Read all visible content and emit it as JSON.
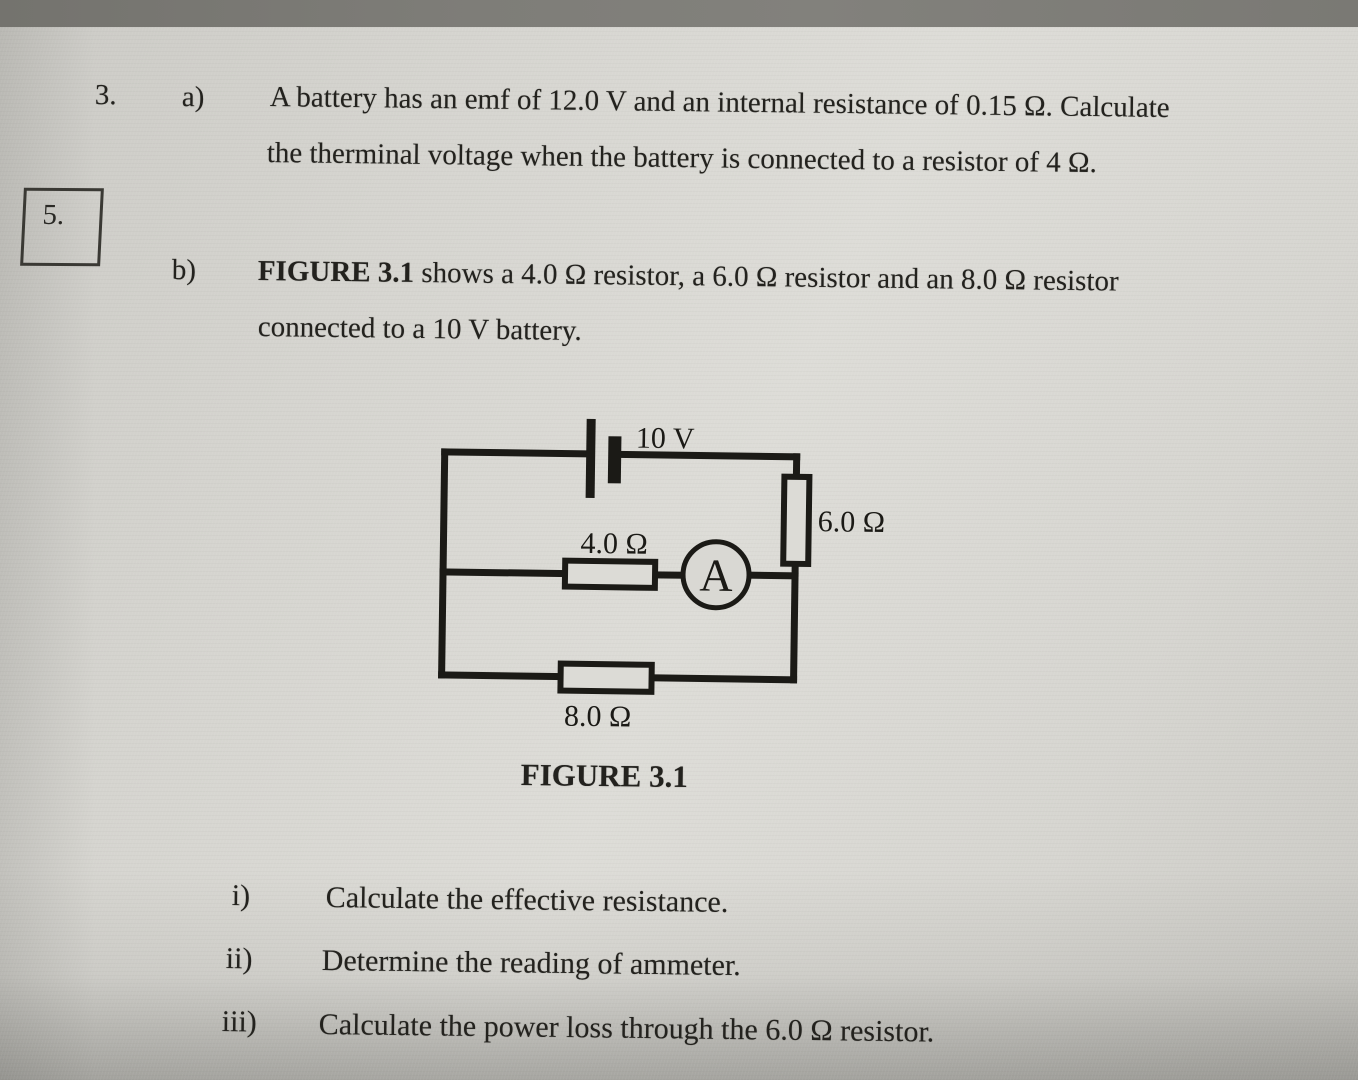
{
  "question3": {
    "number": "3.",
    "part_a": {
      "label": "a)",
      "line1": "A battery has an emf of 12.0 V and an internal resistance of 0.15 Ω. Calculate",
      "line2": "the therminal voltage when the battery is connected to a resistor of 4 Ω."
    },
    "part_b": {
      "label": "b)",
      "line1_bold": "FIGURE 3.1",
      "line1_rest": " shows a 4.0 Ω resistor, a 6.0 Ω resistor and an 8.0 Ω resistor",
      "line2": "connected to a 10 V battery."
    },
    "subquestions": [
      {
        "label": "i)",
        "text": "Calculate the effective resistance."
      },
      {
        "label": "ii)",
        "text": "Determine the reading of ammeter."
      },
      {
        "label": "iii)",
        "text": "Calculate the power loss through the 6.0 Ω resistor."
      }
    ]
  },
  "margin_box": {
    "label": "5."
  },
  "figure": {
    "caption": "FIGURE 3.1",
    "battery_label": "10 V",
    "resistor_series_label": "4.0 Ω",
    "resistor_right_label": "6.0 Ω",
    "resistor_bottom_label": "8.0 Ω",
    "ammeter_label": "A"
  },
  "colors": {
    "ink": "#23221e",
    "paper": "#d5d4cf",
    "photo_edge": "#7b7a75"
  }
}
